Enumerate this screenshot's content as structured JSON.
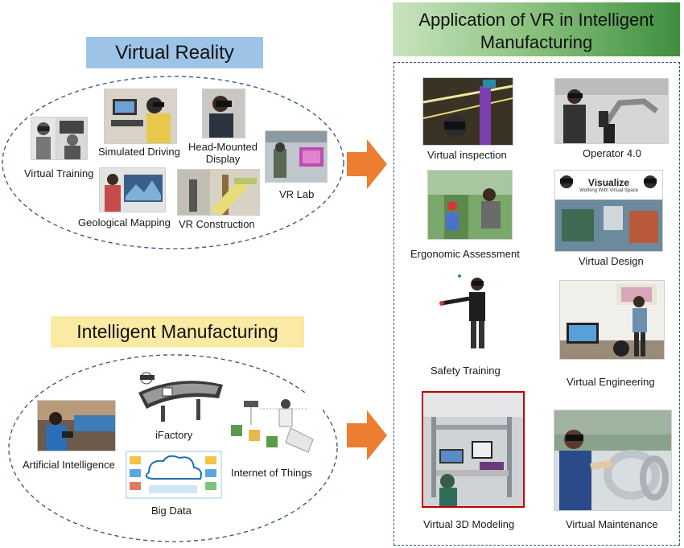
{
  "vr_section": {
    "title": "Virtual Reality",
    "items": [
      {
        "label": "Virtual Training",
        "icon": "vr-headset-training-photo"
      },
      {
        "label": "Simulated Driving",
        "icon": "driving-simulator-photo"
      },
      {
        "label": "Head-Mounted Display",
        "line1": "Head-Mounted",
        "line2": "Display",
        "icon": "hmd-user-photo"
      },
      {
        "label": "VR Lab",
        "icon": "vr-lab-photo"
      },
      {
        "label": "Geological Mapping",
        "icon": "geological-mapping-photo"
      },
      {
        "label": "VR Construction",
        "icon": "vr-construction-photo"
      }
    ]
  },
  "im_section": {
    "title": "Intelligent Manufacturing",
    "items": [
      {
        "label": "Artificial Intelligence",
        "icon": "ai-operator-photo"
      },
      {
        "label": "iFactory",
        "icon": "ifactory-illustration"
      },
      {
        "label": "Internet of Things",
        "icon": "iot-diagram"
      },
      {
        "label": "Big Data",
        "icon": "big-data-diagram"
      }
    ]
  },
  "app_section": {
    "title_line1": "Application of VR in Intelligent",
    "title_line2": "Manufacturing",
    "items": [
      {
        "label": "Virtual inspection",
        "icon": "virtual-inspection-photo"
      },
      {
        "label": "Operator 4.0",
        "icon": "operator-robot-photo"
      },
      {
        "label": "Ergonomic Assessment",
        "icon": "ergonomic-assessment-photo"
      },
      {
        "label": "Virtual Design",
        "icon": "virtual-design-photo",
        "overlay_title": "Visualize",
        "overlay_subtitle": "Working With Virtual Space"
      },
      {
        "label": "Safety Training",
        "icon": "safety-training-photo"
      },
      {
        "label": "Virtual Engineering",
        "icon": "virtual-engineering-photo"
      },
      {
        "label": "Virtual 3D Modeling",
        "icon": "virtual-3d-modeling-photo"
      },
      {
        "label": "Virtual Maintenance",
        "icon": "virtual-maintenance-photo"
      }
    ]
  },
  "colors": {
    "vr_title_bg": "#9dc3e6",
    "im_title_bg": "#fbeaa4",
    "app_title_bg_start": "#b9dbb0",
    "app_title_bg_end": "#3f8f3f",
    "arrow": "#ed7d31",
    "dashed_border": "#2f4f7f",
    "highlight_border": "#c00000"
  }
}
